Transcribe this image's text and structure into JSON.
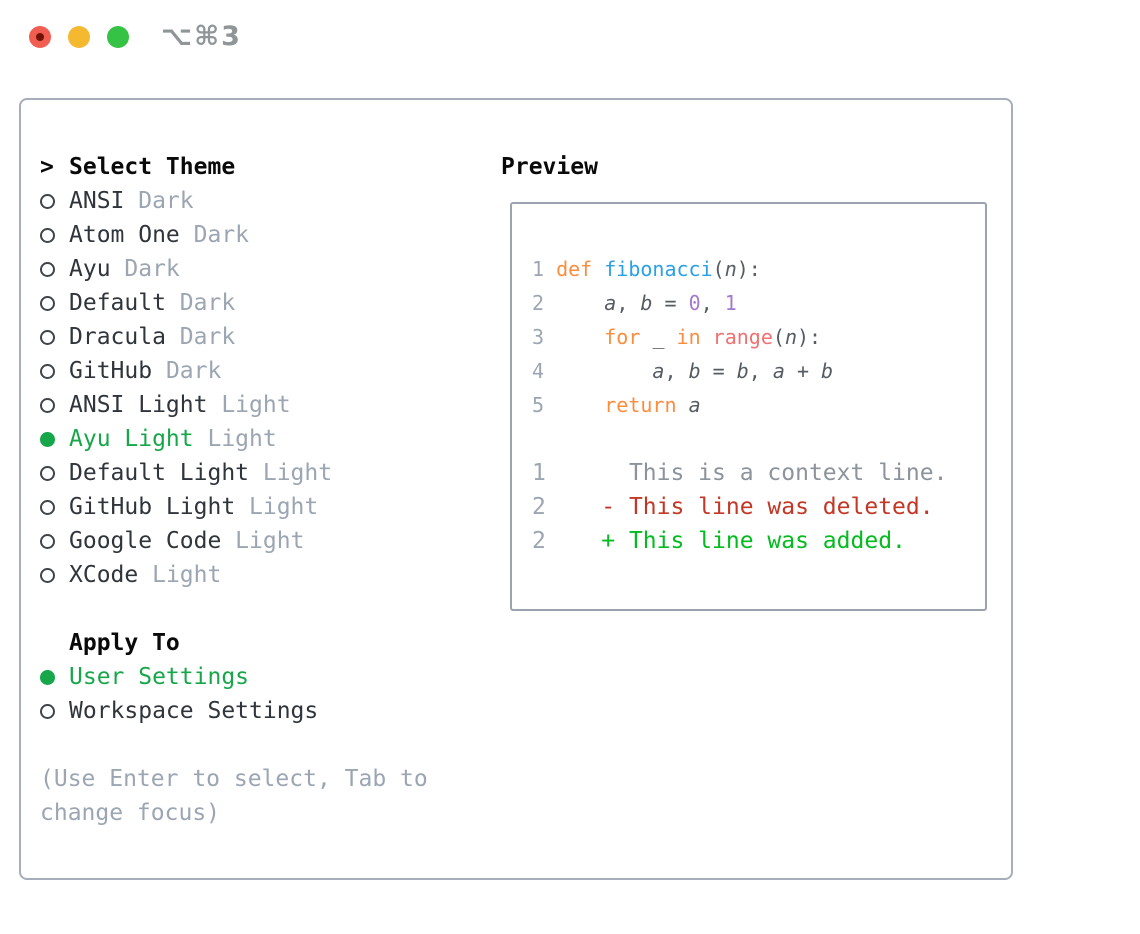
{
  "window": {
    "shortcut": "⌥⌘3"
  },
  "colors": {
    "accent_green": "#17a74a",
    "added_green": "#04bb20",
    "deleted_red": "#c23726",
    "keyword_orange": "#fa8d3e",
    "function_blue": "#2aa0e8",
    "number_purple": "#a37acc",
    "builtin_coral": "#f07171",
    "code_fg": "#565c63",
    "context_gray": "#8c939b",
    "muted": "#9ba6b2",
    "label_fg": "#30353b",
    "traffic_red": "#f25d52",
    "traffic_yellow": "#f5b831",
    "traffic_green": "#35c245"
  },
  "theme_list": {
    "prompt": ">",
    "header": "Select Theme",
    "items": [
      {
        "name": "ANSI",
        "variant": "Dark",
        "selected": false
      },
      {
        "name": "Atom One",
        "variant": "Dark",
        "selected": false
      },
      {
        "name": "Ayu",
        "variant": "Dark",
        "selected": false
      },
      {
        "name": "Default",
        "variant": "Dark",
        "selected": false
      },
      {
        "name": "Dracula",
        "variant": "Dark",
        "selected": false
      },
      {
        "name": "GitHub",
        "variant": "Dark",
        "selected": false
      },
      {
        "name": "ANSI Light",
        "variant": "Light",
        "selected": false
      },
      {
        "name": "Ayu Light",
        "variant": "Light",
        "selected": true
      },
      {
        "name": "Default Light",
        "variant": "Light",
        "selected": false
      },
      {
        "name": "GitHub Light",
        "variant": "Light",
        "selected": false
      },
      {
        "name": "Google Code",
        "variant": "Light",
        "selected": false
      },
      {
        "name": "XCode",
        "variant": "Light",
        "selected": false
      }
    ]
  },
  "apply_to": {
    "header": "Apply To",
    "options": [
      {
        "label": "User Settings",
        "selected": true
      },
      {
        "label": "Workspace Settings",
        "selected": false
      }
    ]
  },
  "hint": "(Use Enter to select, Tab to change focus)",
  "preview": {
    "header": "Preview",
    "code_lines": [
      {
        "tokens": [
          [
            "ln",
            "1 "
          ],
          [
            "kw",
            "def"
          ],
          [
            "fg",
            " "
          ],
          [
            "fn",
            "fibonacci"
          ],
          [
            "fg",
            "("
          ],
          [
            "fgi",
            "n"
          ],
          [
            "fg",
            "):"
          ]
        ]
      },
      {
        "tokens": [
          [
            "ln",
            "2 "
          ],
          [
            "fg",
            "    "
          ],
          [
            "fgi",
            "a"
          ],
          [
            "fg",
            ", "
          ],
          [
            "fgi",
            "b"
          ],
          [
            "fg",
            " = "
          ],
          [
            "num",
            "0"
          ],
          [
            "fg",
            ", "
          ],
          [
            "num",
            "1"
          ]
        ]
      },
      {
        "tokens": [
          [
            "ln",
            "3 "
          ],
          [
            "fg",
            "    "
          ],
          [
            "kw",
            "for"
          ],
          [
            "fg",
            " "
          ],
          [
            "fgi",
            "_"
          ],
          [
            "fg",
            " "
          ],
          [
            "kw",
            "in"
          ],
          [
            "fg",
            " "
          ],
          [
            "call",
            "range"
          ],
          [
            "fg",
            "("
          ],
          [
            "fgi",
            "n"
          ],
          [
            "fg",
            "):"
          ]
        ]
      },
      {
        "tokens": [
          [
            "ln",
            "4 "
          ],
          [
            "fg",
            "        "
          ],
          [
            "fgi",
            "a"
          ],
          [
            "fg",
            ", "
          ],
          [
            "fgi",
            "b"
          ],
          [
            "fg",
            " = "
          ],
          [
            "fgi",
            "b"
          ],
          [
            "fg",
            ", "
          ],
          [
            "fgi",
            "a"
          ],
          [
            "fg",
            " + "
          ],
          [
            "fgi",
            "b"
          ]
        ]
      },
      {
        "tokens": [
          [
            "ln",
            "5 "
          ],
          [
            "fg",
            "    "
          ],
          [
            "kw",
            "return"
          ],
          [
            "fg",
            " "
          ],
          [
            "fgi",
            "a"
          ]
        ]
      }
    ],
    "diff_lines": [
      {
        "tokens": [
          [
            "ln",
            "1"
          ],
          [
            "ctx",
            "      This is a context line."
          ]
        ]
      },
      {
        "tokens": [
          [
            "ln",
            "2"
          ],
          [
            "fg",
            "    "
          ],
          [
            "del",
            "- This line was deleted."
          ]
        ]
      },
      {
        "tokens": [
          [
            "ln",
            "2"
          ],
          [
            "fg",
            "    "
          ],
          [
            "add",
            "+ This line was added."
          ]
        ]
      }
    ]
  }
}
